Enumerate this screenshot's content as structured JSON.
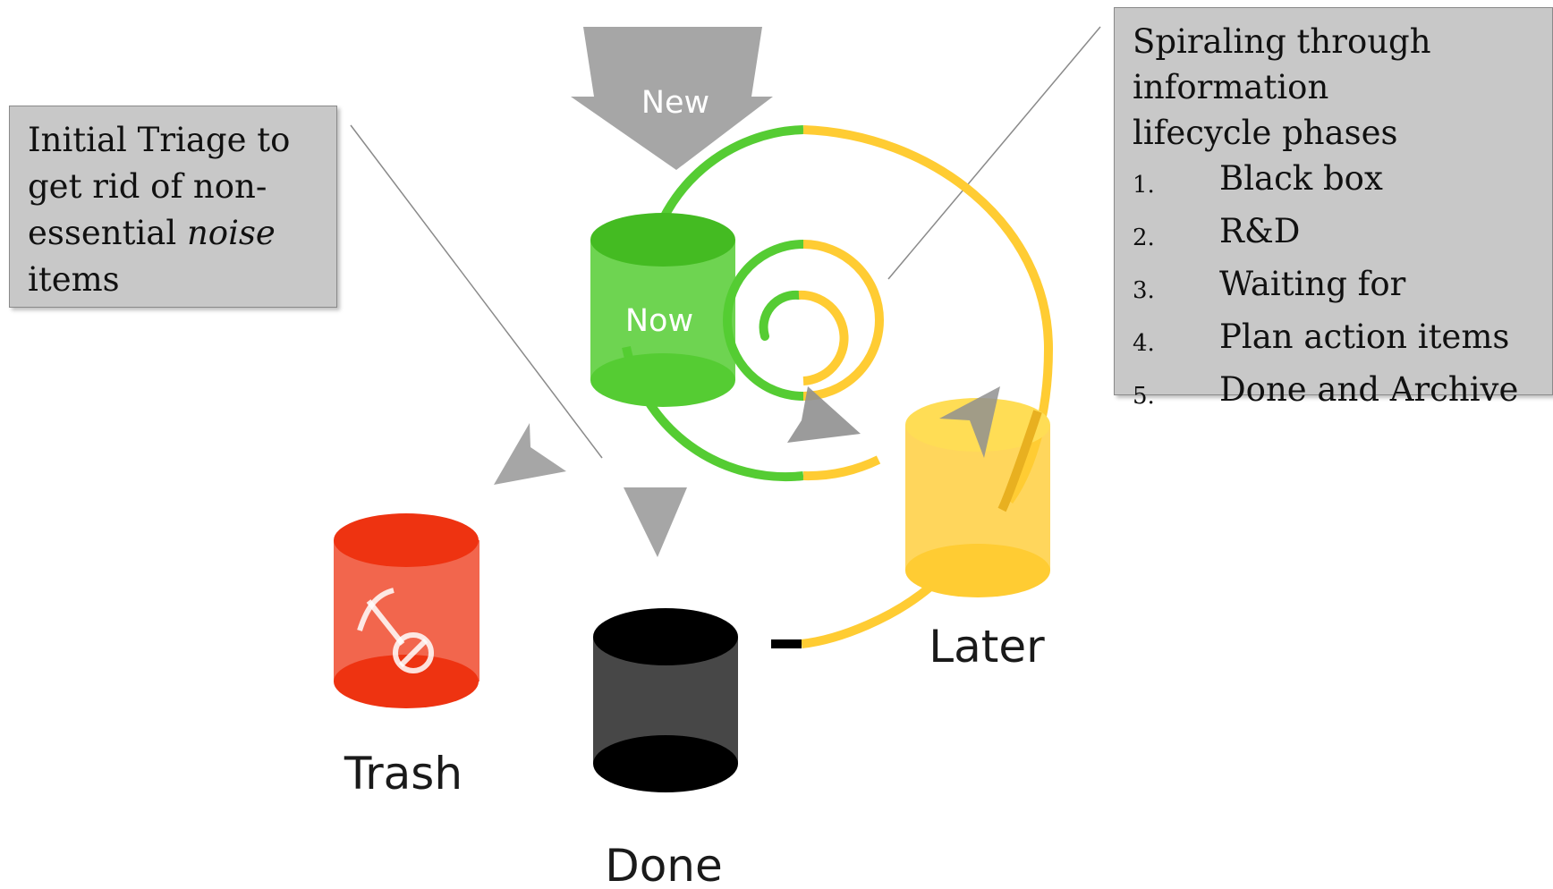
{
  "labels": {
    "new": "New",
    "now": "Now",
    "later": "Later",
    "trash": "Trash",
    "done": "Done"
  },
  "triage_callout": {
    "line1": "Initial Triage to",
    "line2": "get rid of non-",
    "line3_prefix": "essential ",
    "line3_em": "noise",
    "line4": "items"
  },
  "phases_callout": {
    "title_line1": "Spiraling through",
    "title_line2": "information",
    "title_line3": "lifecycle phases",
    "phases": [
      {
        "num": "1.",
        "text": "Black box"
      },
      {
        "num": "2.",
        "text": "R&D"
      },
      {
        "num": "3.",
        "text": "Waiting for"
      },
      {
        "num": "4.",
        "text": "Plan action items"
      },
      {
        "num": "5.",
        "text": "Done and Archive"
      }
    ]
  },
  "colors": {
    "now_green": "#55cc33",
    "later_yellow": "#ffcc33",
    "trash_red": "#ee3311",
    "done_black": "#000000",
    "arrow_gray": "#a6a6a6",
    "callout_gray": "#c8c8c8"
  }
}
